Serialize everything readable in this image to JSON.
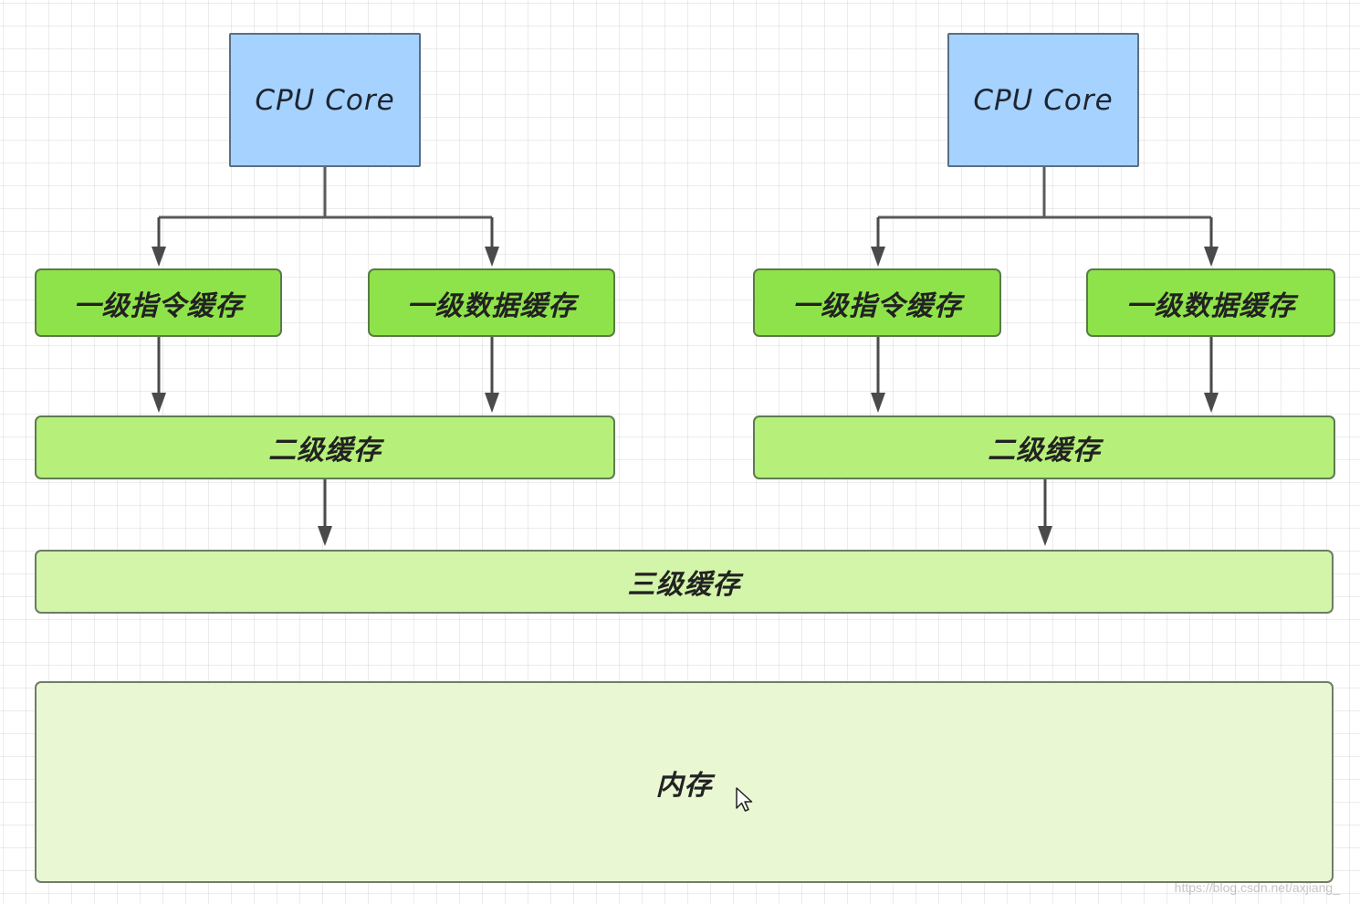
{
  "cpu_left": {
    "label": "CPU Core"
  },
  "cpu_right": {
    "label": "CPU Core"
  },
  "left_l1_instruction": {
    "label": "一级指令缓存"
  },
  "left_l1_data": {
    "label": "一级数据缓存"
  },
  "right_l1_instruction": {
    "label": "一级指令缓存"
  },
  "right_l1_data": {
    "label": "一级数据缓存"
  },
  "left_l2": {
    "label": "二级缓存"
  },
  "right_l2": {
    "label": "二级缓存"
  },
  "l3": {
    "label": "三级缓存"
  },
  "memory": {
    "label": "内存"
  },
  "watermark": "https://blog.csdn.net/axjiang_",
  "colors": {
    "cpu_fill": "#a6d2ff",
    "l1_fill": "#8fe34a",
    "l2_fill": "#b6f07a",
    "l3_fill": "#d3f5a9",
    "memory_fill": "#e9f8d3",
    "connector": "#4a4a4a"
  }
}
